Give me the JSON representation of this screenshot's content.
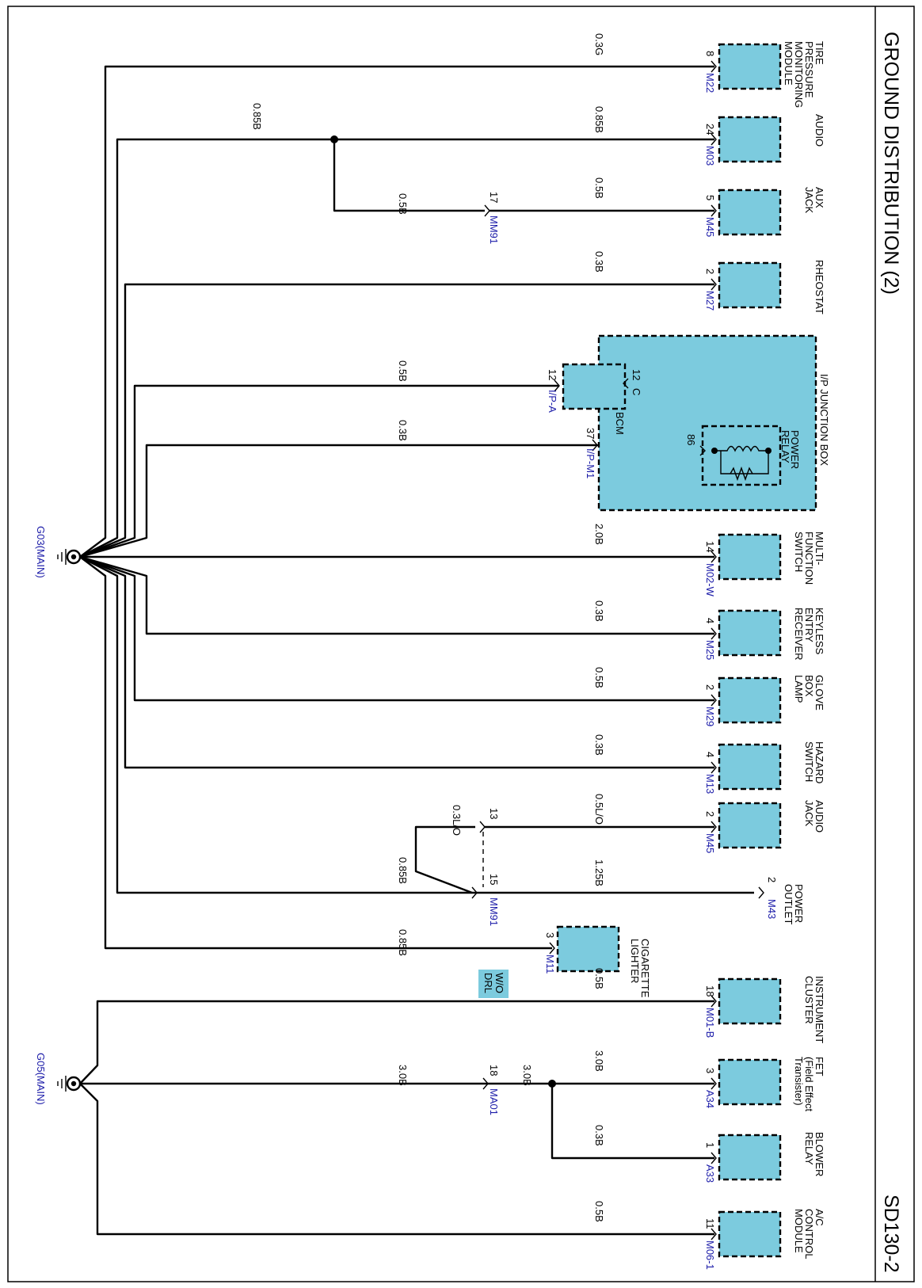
{
  "header": {
    "title": "GROUND DISTRIBUTION (2)",
    "page_code": "SD130-2"
  },
  "grounds": [
    {
      "id": "g03",
      "label": "G03(MAIN)"
    },
    {
      "id": "g05",
      "label": "G05(MAIN)"
    }
  ],
  "components": [
    {
      "id": "tpms",
      "lines": [
        "TIRE",
        "PRESSURE",
        "MONITORING",
        "MODULE"
      ],
      "pin": "8",
      "connector": "M22",
      "wire": "0.3G"
    },
    {
      "id": "audio",
      "lines": [
        "AUDIO"
      ],
      "pin": "24",
      "connector": "M03",
      "wire": "0.85B"
    },
    {
      "id": "aux",
      "lines": [
        "AUX",
        "JACK"
      ],
      "pin": "5",
      "connector": "M45",
      "wire": "0.5B"
    },
    {
      "id": "rheostat",
      "lines": [
        "RHEOSTAT"
      ],
      "pin": "2",
      "connector": "M27",
      "wire": "0.3B"
    },
    {
      "id": "mfs",
      "lines": [
        "MULTI-",
        "FUNCTION",
        "SWITCH"
      ],
      "pin": "14",
      "connector": "M02-W",
      "wire": "2.0B"
    },
    {
      "id": "keyless",
      "lines": [
        "KEYLESS",
        "ENTRY",
        "RECEIVER"
      ],
      "pin": "4",
      "connector": "M25",
      "wire": "0.3B"
    },
    {
      "id": "glove",
      "lines": [
        "GLOVE",
        "BOX",
        "LAMP"
      ],
      "pin": "2",
      "connector": "M29",
      "wire": "0.5B"
    },
    {
      "id": "hazard",
      "lines": [
        "HAZARD",
        "SWITCH"
      ],
      "pin": "4",
      "connector": "M13",
      "wire": "0.3B"
    },
    {
      "id": "audiojack",
      "lines": [
        "AUDIO",
        "JACK"
      ],
      "pin": "2",
      "connector": "M45",
      "wire": "0.5L/O"
    },
    {
      "id": "outlet",
      "lines": [
        "POWER",
        "OUTLET"
      ],
      "pin": "2",
      "connector": "M43",
      "wire": "1.25B"
    },
    {
      "id": "cigar",
      "lines": [
        "CIGARETTE",
        "LIGHTER"
      ],
      "pin": "3",
      "connector": "M11",
      "wire": "0.85B"
    },
    {
      "id": "cluster",
      "lines": [
        "INSTRUMENT",
        "CLUSTER"
      ],
      "pin": "18",
      "connector": "M01-B",
      "wire": "0.5B"
    },
    {
      "id": "fet",
      "lines": [
        "FET",
        "(Field Effect",
        "Transister)"
      ],
      "pin": "3",
      "connector": "A34",
      "wire": "3.0B"
    },
    {
      "id": "blower",
      "lines": [
        "BLOWER",
        "RELAY"
      ],
      "pin": "1",
      "connector": "A33",
      "wire": "0.3B"
    },
    {
      "id": "acm",
      "lines": [
        "A/C",
        "CONTROL",
        "MODULE"
      ],
      "pin": "11",
      "connector": "M06-1",
      "wire": "0.5B"
    }
  ],
  "junction_box": {
    "lines": [
      "I/P JUNCTION BOX"
    ],
    "relay_lines": [
      "POWER",
      "RELAY"
    ],
    "relay_pin": "86",
    "bcm_label": "BCM",
    "bcm_pin": "12",
    "bcm_conn": "C",
    "out_a": {
      "pin": "12",
      "connector": "I/P-A",
      "wire": "0.5B"
    },
    "out_b": {
      "pin": "37",
      "connector": "I/P-M1",
      "wire": "0.3B"
    }
  },
  "ground_wires": {
    "audio_main": "0.85B",
    "aux_branch": "0.5B",
    "outlet_main": "0.85B",
    "audiojack_jump": "0.3L/O",
    "ma01_main": "3.0B",
    "ma01_branch": "3.0B"
  },
  "inline": {
    "mm91_top": {
      "pin": "17",
      "connector": "MM91"
    },
    "mm91_bottom": {
      "pin1": "13",
      "pin2": "15",
      "connector": "MM91"
    },
    "ma01": {
      "pin": "18",
      "connector": "MA01"
    }
  },
  "option_badge": {
    "lines": [
      "W/O",
      "DRL"
    ]
  },
  "colors": {
    "component_fill": "#7ccbde",
    "connector_text": "#1a1aa8",
    "badge": "#7ccbde"
  }
}
